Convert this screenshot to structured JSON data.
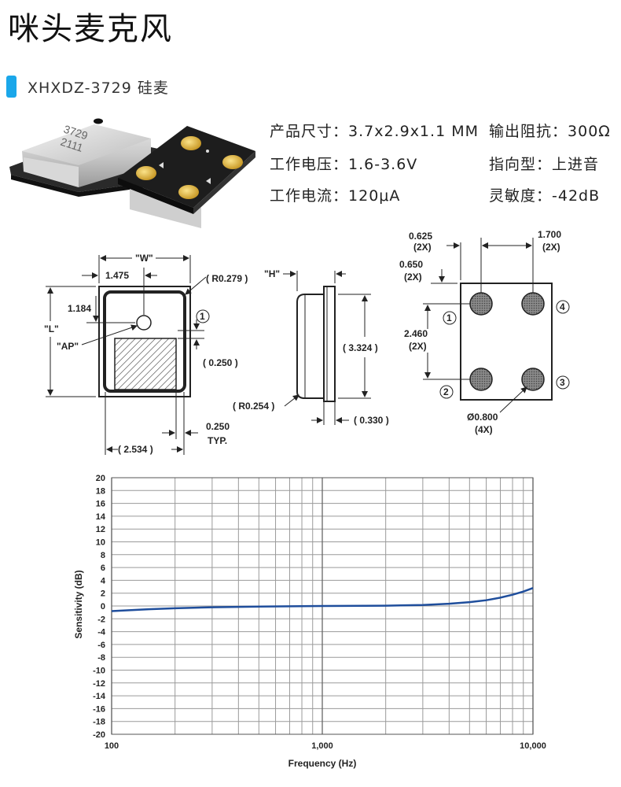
{
  "page": {
    "title": "咪头麦克风",
    "model": "XHXDZ-3729 硅麦"
  },
  "specs": [
    {
      "label": "产品尺寸：",
      "value": "3.7x2.9x1.1 MM"
    },
    {
      "label": "输出阻抗：",
      "value": "300Ω"
    },
    {
      "label": "工作电压：",
      "value": "1.6-3.6V"
    },
    {
      "label": "指向型：",
      "value": "上进音"
    },
    {
      "label": "工作电流：",
      "value": "120μA"
    },
    {
      "label": "灵敏度：",
      "value": "-42dB"
    }
  ],
  "product_photo": {
    "marking_line1": "3729",
    "marking_line2": "2111"
  },
  "drawing": {
    "top_view": {
      "w_label": "\"W\"",
      "l_label": "\"L\"",
      "ap_label": "\"AP\"",
      "dim_1475": "1.475",
      "dim_1184": "1.184",
      "dim_r0279": "( R0.279 )",
      "dim_0250": "( 0.250 )",
      "dim_0250typ_1": "0.250",
      "dim_0250typ_2": "TYP.",
      "dim_2534": "( 2.534 )",
      "pin1": "1"
    },
    "side_view": {
      "h_label": "\"H\"",
      "dim_3324": "( 3.324 )",
      "dim_r0254": "( R0.254 )",
      "dim_0330": "( 0.330 )"
    },
    "bottom_view": {
      "dim_0625": "0.625",
      "dim_0625_count": "(2X)",
      "dim_1700": "1.700",
      "dim_1700_count": "(2X)",
      "dim_0650": "0.650",
      "dim_0650_count": "(2X)",
      "dim_2460": "2.460",
      "dim_2460_count": "(2X)",
      "dim_0800": "Ø0.800",
      "dim_0800_count": "(4X)",
      "pins": [
        "1",
        "2",
        "3",
        "4"
      ]
    }
  },
  "chart_data": {
    "type": "line",
    "title": "",
    "xlabel": "Frequency (Hz)",
    "ylabel": "Sensitivity (dB)",
    "x_scale": "log",
    "xlim": [
      100,
      10000
    ],
    "ylim": [
      -20,
      20
    ],
    "x_tick_labels": [
      "100",
      "1,000",
      "10,000"
    ],
    "y_ticks": [
      20,
      18,
      16,
      14,
      12,
      10,
      8,
      6,
      4,
      2,
      0,
      -2,
      -4,
      -6,
      -8,
      -10,
      -12,
      -14,
      -16,
      -18,
      -20
    ],
    "grid": true,
    "series": [
      {
        "name": "",
        "color": "#1f4e9c",
        "x": [
          100,
          150,
          200,
          300,
          500,
          700,
          1000,
          2000,
          3000,
          4000,
          5000,
          6000,
          7000,
          8000,
          9000,
          10000
        ],
        "y": [
          -0.8,
          -0.5,
          -0.35,
          -0.2,
          -0.1,
          -0.05,
          0.0,
          0.05,
          0.15,
          0.35,
          0.6,
          0.9,
          1.3,
          1.75,
          2.25,
          2.8
        ]
      }
    ]
  }
}
